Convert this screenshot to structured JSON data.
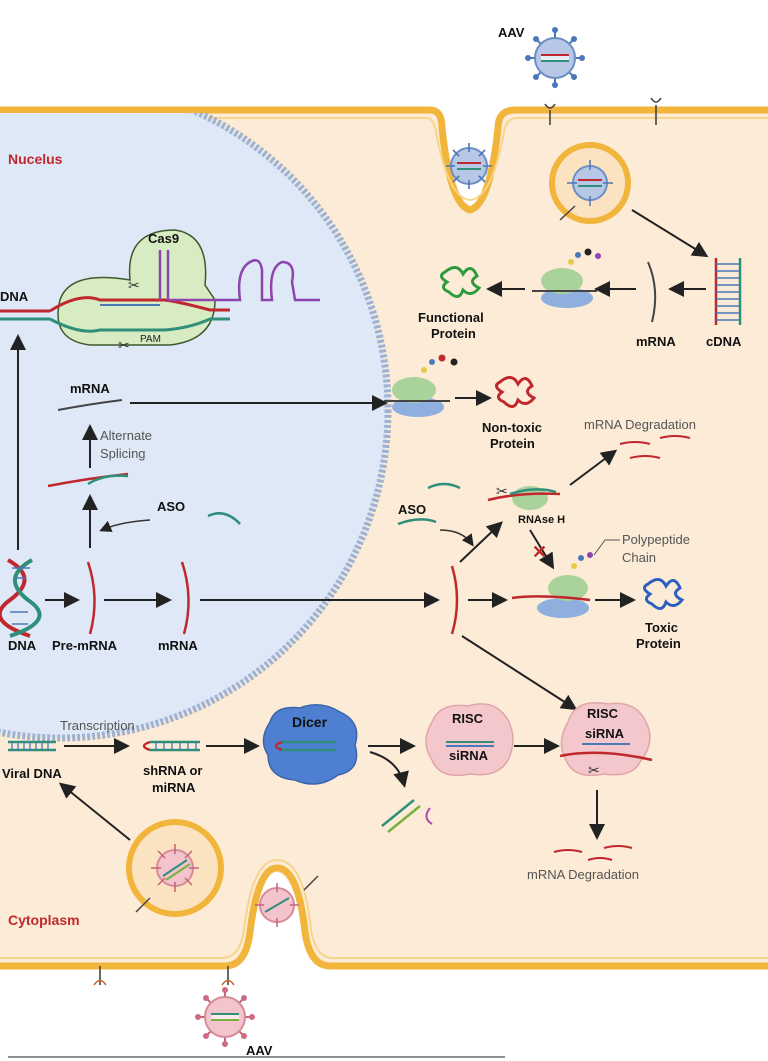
{
  "compartments": {
    "nucleus": "Nucelus",
    "cytoplasm": "Cytoplasm"
  },
  "vectors": {
    "aav_top": "AAV",
    "aav_bottom": "AAV"
  },
  "nucleus_labels": {
    "cas9": "Cas9",
    "pam": "PAM",
    "dna_top": "DNA",
    "mrna_top": "mRNA",
    "alternate_splicing_1": "Alternate",
    "alternate_splicing_2": "Splicing",
    "aso": "ASO",
    "dna_bottom": "DNA",
    "pre_mrna": "Pre-mRNA",
    "mrna_bottom": "mRNA"
  },
  "cytoplasm_labels": {
    "functional_protein_1": "Functional",
    "functional_protein_2": "Protein",
    "mrna_right": "mRNA",
    "cdna": "cDNA",
    "non_toxic_1": "Non-toxic",
    "non_toxic_2": "Protein",
    "mrna_degradation_top": "mRNA Degradation",
    "aso_right": "ASO",
    "rnase_h": "RNAse H",
    "polypeptide_1": "Polypeptide",
    "polypeptide_2": "Chain",
    "toxic_1": "Toxic",
    "toxic_2": "Protein",
    "transcription": "Transcription",
    "viral_dna": "Viral DNA",
    "shrna_1": "shRNA or",
    "shrna_2": "miRNA",
    "dicer": "Dicer",
    "risc_1": "RISC",
    "sirna_1": "siRNA",
    "risc_2": "RISC",
    "sirna_2": "siRNA",
    "mrna_degradation_bottom": "mRNA Degradation"
  },
  "colors": {
    "cytoplasm_fill": "#fcebd6",
    "membrane": "#f2b53c",
    "nucleus_fill": "#dfe8f6",
    "nucleus_edge": "#9fb3d1",
    "cas9_fill": "#d8ecc4",
    "label_red": "#c0282e"
  }
}
